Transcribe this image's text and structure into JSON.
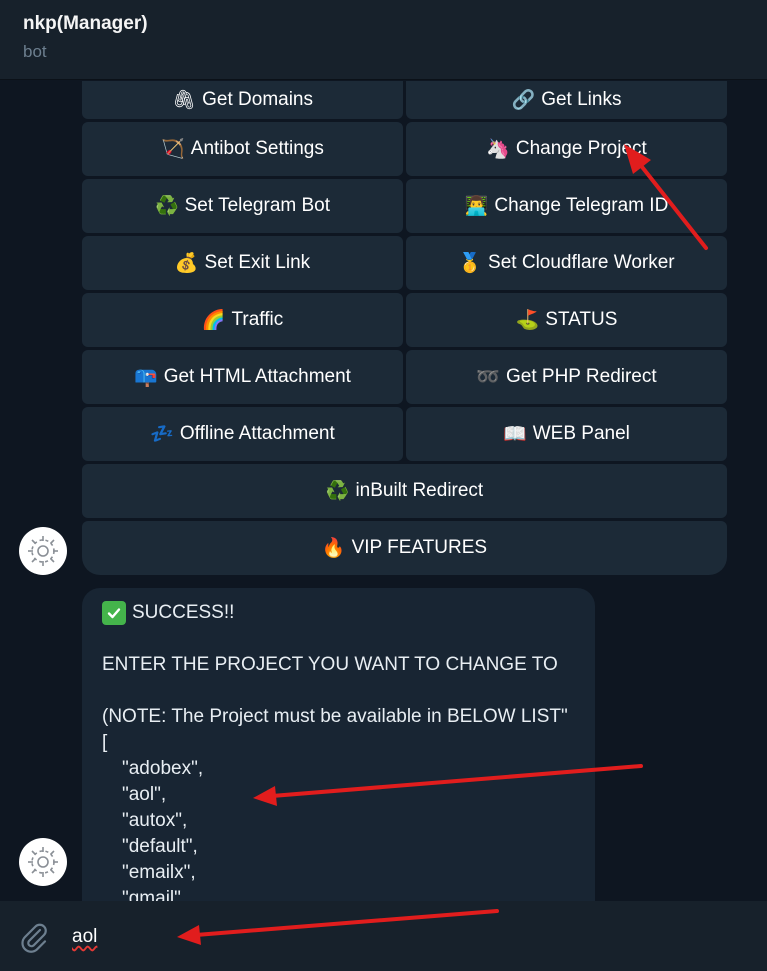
{
  "header": {
    "title": "nkp(Manager)",
    "subtitle": "bot"
  },
  "keyboard": {
    "buttons": [
      {
        "emoji": "🖇",
        "label": "Get Domains"
      },
      {
        "emoji": "🔗",
        "label": "Get Links"
      },
      {
        "emoji": "🏹",
        "label": "Antibot Settings"
      },
      {
        "emoji": "🦄",
        "label": "Change Project"
      },
      {
        "emoji": "♻️",
        "label": "Set Telegram Bot"
      },
      {
        "emoji": "👨‍💻",
        "label": "Change Telegram ID"
      },
      {
        "emoji": "💰",
        "label": "Set Exit Link"
      },
      {
        "emoji": "🥇",
        "label": "Set Cloudflare Worker"
      },
      {
        "emoji": "🌈",
        "label": "Traffic"
      },
      {
        "emoji": "⛳",
        "label": "STATUS"
      },
      {
        "emoji": "📪",
        "label": "Get HTML Attachment"
      },
      {
        "emoji": "➿",
        "label": "Get PHP Redirect"
      },
      {
        "emoji": "💤",
        "label": "Offline Attachment"
      },
      {
        "emoji": "📖",
        "label": "WEB Panel"
      },
      {
        "emoji": "♻️",
        "label": "inBuilt Redirect"
      },
      {
        "emoji": "🔥",
        "label": "VIP FEATURES"
      }
    ]
  },
  "message": {
    "success": "SUCCESS!!",
    "prompt": "ENTER THE PROJECT YOU WANT TO CHANGE TO",
    "note": "(NOTE: The Project must be available in BELOW LIST\"",
    "list_open": "[",
    "items": [
      "\"adobex\",",
      "\"aol\",",
      "\"autox\",",
      "\"default\",",
      "\"emailx\",",
      "\"gmail\""
    ]
  },
  "composer": {
    "value": "aol"
  },
  "colors": {
    "arrow": "#e11d1d",
    "accent": "#44b44b"
  }
}
